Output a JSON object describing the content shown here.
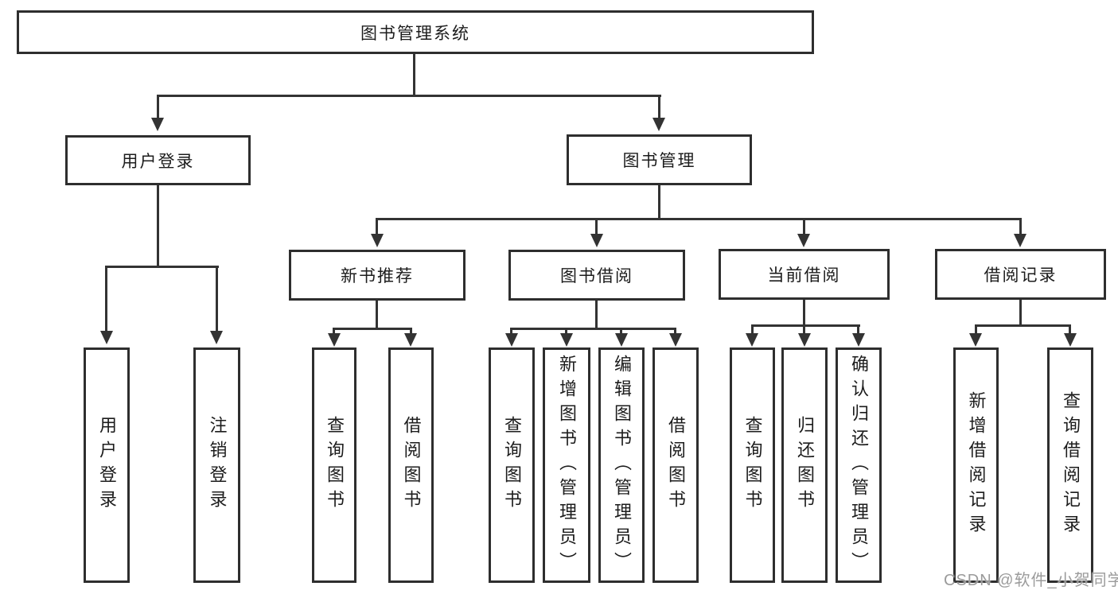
{
  "tree": {
    "root": "图书管理系统",
    "branches": [
      {
        "label": "用户登录",
        "children": [
          "用户登录",
          "注销登录"
        ]
      },
      {
        "label": "图书管理",
        "children": [
          {
            "label": "新书推荐",
            "children": [
              "查询图书",
              "借阅图书"
            ]
          },
          {
            "label": "图书借阅",
            "children": [
              "查询图书",
              "新增图书（管理员）",
              "编辑图书（管理员）",
              "借阅图书"
            ]
          },
          {
            "label": "当前借阅",
            "children": [
              "查询图书",
              "归还图书",
              "确认归还（管理员）"
            ]
          },
          {
            "label": "借阅记录",
            "children": [
              "新增借阅记录",
              "查询借阅记录"
            ]
          }
        ]
      }
    ]
  },
  "watermark": "CSDN @软件_小贺同学",
  "colors": {
    "line": "#333333",
    "border": "#2e2e2e",
    "text": "#1c1c1c",
    "watermark": "#9b9b9b",
    "background": "#ffffff"
  }
}
